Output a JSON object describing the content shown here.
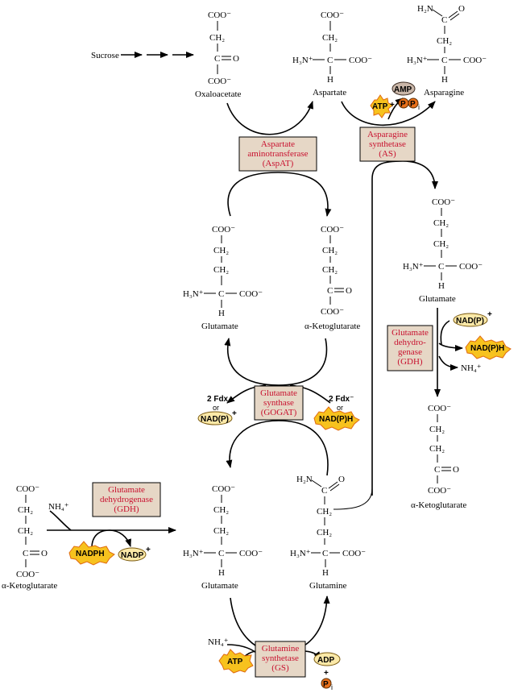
{
  "molecules": {
    "oxaloacetate": {
      "coo_top": "COO⁻",
      "ch2": "CH₂",
      "c": "C",
      "o": "O",
      "coo_bottom": "COO⁻",
      "name": "Oxaloacetate"
    },
    "aspartate": {
      "coo_top": "COO⁻",
      "ch2": "CH₂",
      "h3n": "H₃N⁺",
      "c": "C",
      "coo_side": "COO⁻",
      "h": "H",
      "name": "Aspartate"
    },
    "asparagine": {
      "h2n": "H₂N",
      "c_top": "C",
      "o": "O",
      "ch2": "CH₂",
      "h3n": "H₃N⁺",
      "c": "C",
      "coo_side": "COO⁻",
      "h": "H",
      "name": "Asparagine"
    },
    "glutamate_mid": {
      "coo_top": "COO⁻",
      "ch2a": "CH₂",
      "ch2b": "CH₂",
      "h3n": "H₃N⁺",
      "c": "C",
      "coo_side": "COO⁻",
      "h": "H",
      "name": "Glutamate"
    },
    "akg_mid": {
      "coo_top": "COO⁻",
      "ch2a": "CH₂",
      "ch2b": "CH₂",
      "c": "C",
      "o": "O",
      "coo_bottom": "COO⁻",
      "name": "α-Ketoglutarate"
    },
    "glutamate_right": {
      "coo_top": "COO⁻",
      "ch2a": "CH₂",
      "ch2b": "CH₂",
      "h3n": "H₃N⁺",
      "c": "C",
      "coo_side": "COO⁻",
      "h": "H",
      "name": "Glutamate"
    },
    "akg_right": {
      "coo_top": "COO⁻",
      "ch2a": "CH₂",
      "ch2b": "CH₂",
      "c": "C",
      "o": "O",
      "coo_bottom": "COO⁻",
      "name": "α-Ketoglutarate"
    },
    "akg_left": {
      "coo_top": "COO⁻",
      "ch2a": "CH₂",
      "ch2b": "CH₂",
      "c": "C",
      "o": "O",
      "coo_bottom": "COO⁻",
      "name": "α-Ketoglutarate"
    },
    "glutamate_bottom": {
      "coo_top": "COO⁻",
      "ch2a": "CH₂",
      "ch2b": "CH₂",
      "h3n": "H₃N⁺",
      "c": "C",
      "coo_side": "COO⁻",
      "h": "H",
      "name": "Glutamate"
    },
    "glutamine": {
      "h2n": "H₂N",
      "c_top": "C",
      "o": "O",
      "ch2a": "CH₂",
      "ch2b": "CH₂",
      "h3n": "H₃N⁺",
      "c": "C",
      "coo_side": "COO⁻",
      "h": "H",
      "name": "Glutamine"
    }
  },
  "sucrose": "Sucrose",
  "enzymes": {
    "aspat": [
      "Aspartate",
      "aminotransferase",
      "(AspAT)"
    ],
    "as": [
      "Asparagine",
      "synthetase",
      "(AS)"
    ],
    "gogat": [
      "Glutamate",
      "synthase",
      "(GOGAT)"
    ],
    "gdh_left": [
      "Glutamate",
      "dehydrogenase",
      "(GDH)"
    ],
    "gdh_right": [
      "Glutamate",
      "dehydro-",
      "genase",
      "(GDH)"
    ],
    "gs": [
      "Glutamine",
      "synthetase",
      "(GS)"
    ]
  },
  "cofactors": {
    "atp_as": "ATP",
    "amp": "AMP",
    "plus_as": "+",
    "p": "P",
    "i": "i",
    "fdx_left": "2 Fdx",
    "or_left": "or",
    "nadp_left": "NAD(P)",
    "nadp_plus": "+",
    "fdx_right": "2 Fdx⁻",
    "or_right": "or",
    "nadph_right": "NAD(P)H",
    "nadp_gdh_right": "NAD(P)",
    "nadph_gdh_right": "NAD(P)H",
    "nh4_gdh_right": "NH₄⁺",
    "nh4_left": "NH₄⁺",
    "nadph_left": "NADPH",
    "nadp_left_prod": "NADP",
    "nh4_gs": "NH₄⁺",
    "atp_gs": "ATP",
    "adp_gs": "ADP",
    "plus_gs": "+"
  },
  "colors": {
    "enzyme_text": "#c8102e",
    "enzyme_box": "#e6d7c6",
    "burst": "#f7c21e",
    "oval": "#fbe9a8",
    "phosphate": "#e8701a"
  }
}
